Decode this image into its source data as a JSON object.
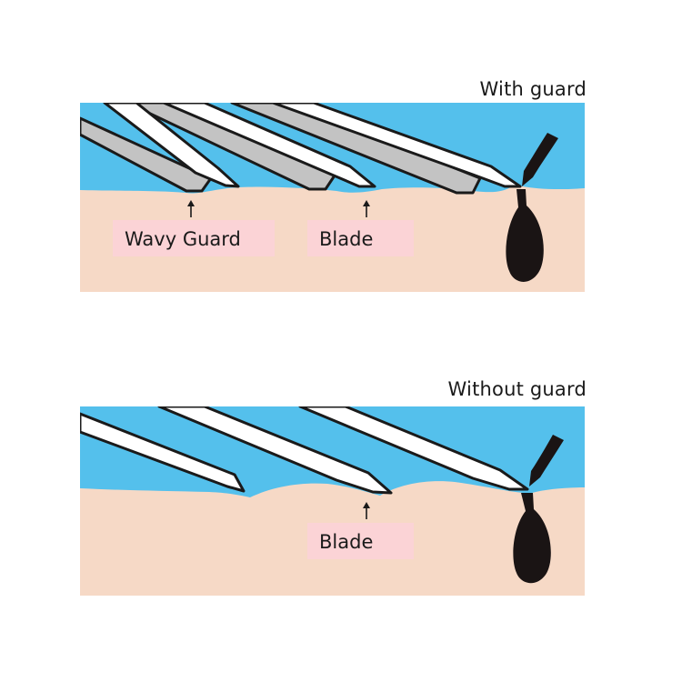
{
  "panels": [
    {
      "title": "With guard",
      "labels": {
        "guard": "Wavy Guard",
        "blade": "Blade"
      }
    },
    {
      "title": "Without guard",
      "labels": {
        "blade": "Blade"
      }
    }
  ],
  "colors": {
    "air": "#54c0ec",
    "skin": "#f6d9c6",
    "label_bg": "#fbd3d6",
    "guard": "#c3c3c3",
    "blade": "#ffffff",
    "outline": "#1a1a1a",
    "hair": "#1a1414"
  }
}
